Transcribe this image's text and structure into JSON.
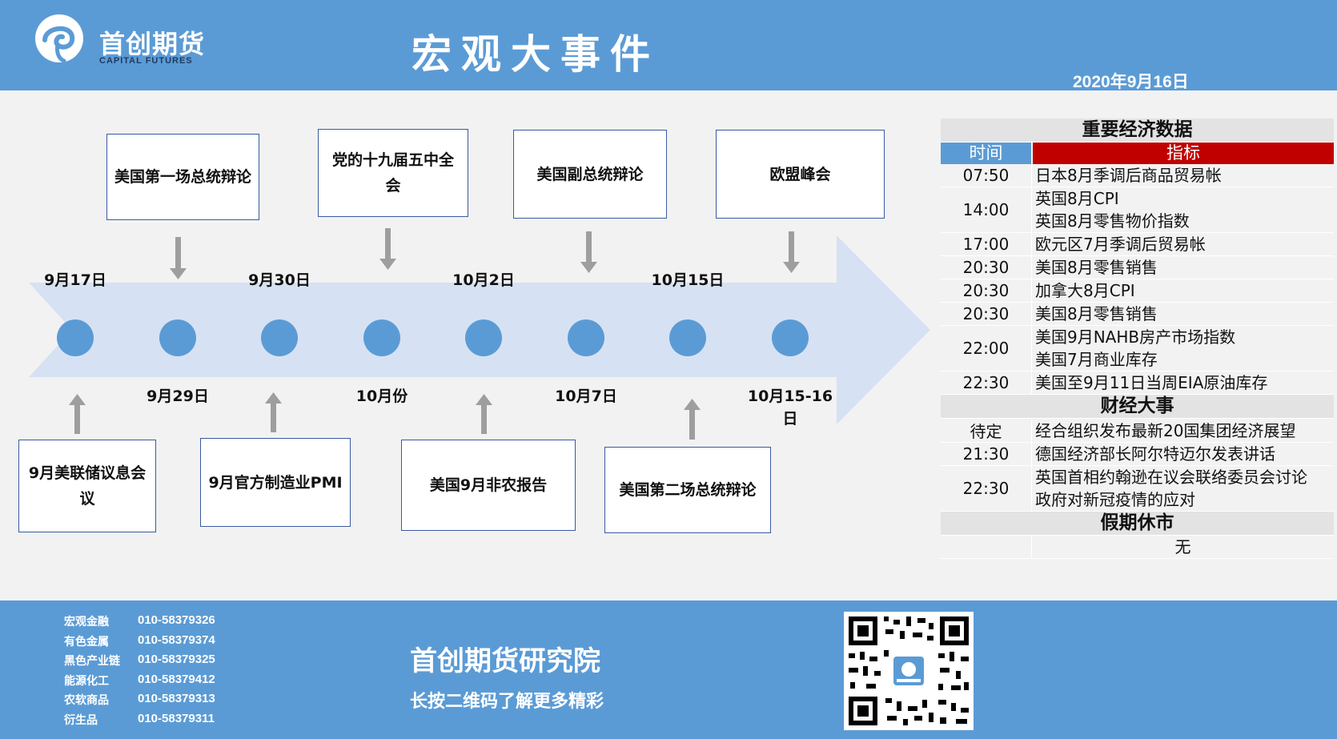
{
  "header": {
    "logo_cn": "首创期货",
    "logo_en": "CAPITAL FUTURES",
    "title": "宏观大事件",
    "date": "2020年9月16日"
  },
  "timeline": {
    "dates_top": [
      "9月17日",
      "9月30日",
      "10月2日",
      "10月15日"
    ],
    "dates_bottom": [
      "9月29日",
      "10月份",
      "10月7日",
      "10月15-16日"
    ],
    "events_top": [
      "美国第一场总统辩论",
      "党的十九届五中全会",
      "美国副总统辩论",
      "欧盟峰会"
    ],
    "events_bottom": [
      "9月美联储议息会议",
      "9月官方制造业PMI",
      "美国9月非农报告",
      "美国第二场总统辩论"
    ]
  },
  "data_panel": {
    "econ_title": "重要经济数据",
    "col_time": "时间",
    "col_indicator": "指标",
    "econ_rows": [
      {
        "time": "07:50",
        "items": [
          "日本8月季调后商品贸易帐"
        ]
      },
      {
        "time": "14:00",
        "items": [
          "英国8月CPI",
          "英国8月零售物价指数"
        ]
      },
      {
        "time": "17:00",
        "items": [
          "欧元区7月季调后贸易帐"
        ]
      },
      {
        "time": "20:30",
        "items": [
          "美国8月零售销售"
        ]
      },
      {
        "time": "20:30",
        "items": [
          "加拿大8月CPI"
        ]
      },
      {
        "time": "20:30",
        "items": [
          "美国8月零售销售"
        ]
      },
      {
        "time": "22:00",
        "items": [
          "美国9月NAHB房产市场指数",
          "美国7月商业库存"
        ]
      },
      {
        "time": "22:30",
        "items": [
          "美国至9月11日当周EIA原油库存"
        ]
      }
    ],
    "events_title": "财经大事",
    "event_rows": [
      {
        "time": "待定",
        "items": [
          "经合组织发布最新20国集团经济展望"
        ]
      },
      {
        "time": "21:30",
        "items": [
          "德国经济部长阿尔特迈尔发表讲话"
        ]
      },
      {
        "time": "22:30",
        "items": [
          "英国首相约翰逊在议会联络委员会讨论",
          "政府对新冠疫情的应对"
        ]
      }
    ],
    "holiday_title": "假期休市",
    "holiday_value": "无"
  },
  "footer": {
    "contacts": [
      {
        "dept": "宏观金融",
        "phone": "010-58379326"
      },
      {
        "dept": "有色金属",
        "phone": "010-58379374"
      },
      {
        "dept": "黑色产业链",
        "phone": "010-58379325"
      },
      {
        "dept": "能源化工",
        "phone": "010-58379412"
      },
      {
        "dept": "农软商品",
        "phone": "010-58379313"
      },
      {
        "dept": "衍生品",
        "phone": "010-58379311"
      }
    ],
    "institute": "首创期货研究院",
    "slogan": "长按二维码了解更多精彩"
  },
  "colors": {
    "header_blue": "#5b9bd5",
    "dot_blue": "#5b9bd5",
    "arrow_band": "#d6e2f3",
    "indicator_red": "#c00000"
  }
}
